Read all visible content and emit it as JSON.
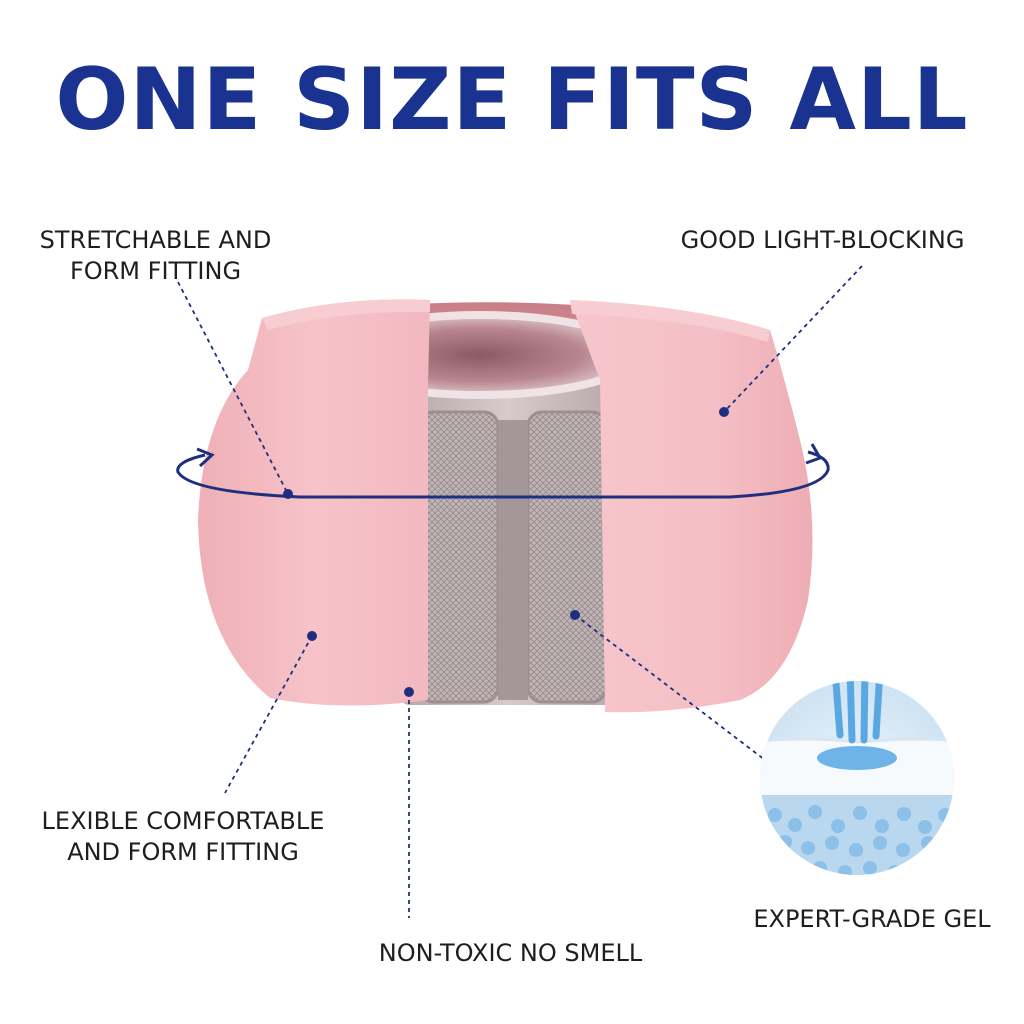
{
  "title": "ONE SIZE FITS ALL",
  "callouts": {
    "stretchable": {
      "line1": "STRETCHABLE AND",
      "line2": "FORM FITTING"
    },
    "light_blocking": {
      "line1": "GOOD LIGHT-BLOCKING"
    },
    "flexible": {
      "line1": "LEXIBLE COMFORTABLE",
      "line2": "AND FORM FITTING"
    },
    "gel": {
      "line1": "EXPERT-GRADE GEL"
    },
    "non_toxic": {
      "line1": "NON-TOXIC NO SMELL"
    }
  },
  "colors": {
    "title": "#1a3390",
    "accent_line": "#1f2f7f",
    "pad_pink": "#f3bcc2",
    "pad_inner": "#d98d95",
    "gel_blue": "#86c4ef"
  },
  "icons": {
    "orbit": "rotation-arrow-icon",
    "gel": "gel-bead-icon"
  }
}
